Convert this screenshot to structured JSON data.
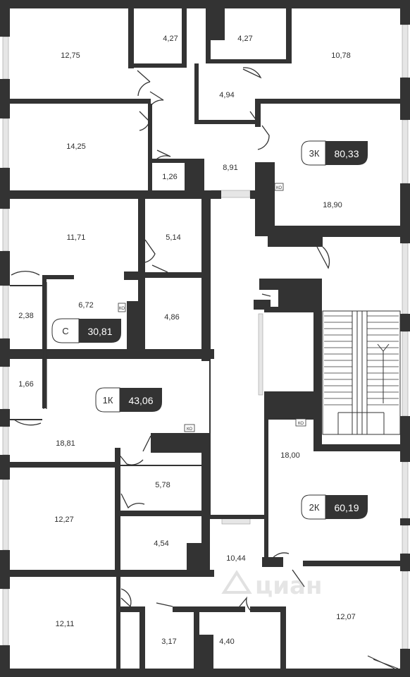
{
  "colors": {
    "wall": "#333333",
    "window": "#c9c9c9",
    "text": "#2f2f2f",
    "badge_dark": "#333333"
  },
  "rooms": {
    "r1": "12,75",
    "r2": "4,27",
    "r3": "4,27",
    "r4": "10,78",
    "r5": "4,94",
    "r6": "14,25",
    "r7": "1,26",
    "r8": "8,91",
    "r9": "18,90",
    "r10": "11,71",
    "r11": "5,14",
    "r12": "6,72",
    "r13": "2,38",
    "r14": "4,86",
    "r15": "1,66",
    "r16": "18,81",
    "r17": "18,00",
    "r18": "5,78",
    "r19": "12,27",
    "r20": "4,54",
    "r21": "10,44",
    "r22": "12,11",
    "r23": "3,17",
    "r24": "4,40",
    "r25": "12,07"
  },
  "apartments": [
    {
      "type": "3К",
      "total": "80,33"
    },
    {
      "type": "С",
      "total": "30,81"
    },
    {
      "type": "1К",
      "total": "43,06"
    },
    {
      "type": "2К",
      "total": "60,19"
    }
  ],
  "ko_label": "КО",
  "watermark": "циан"
}
